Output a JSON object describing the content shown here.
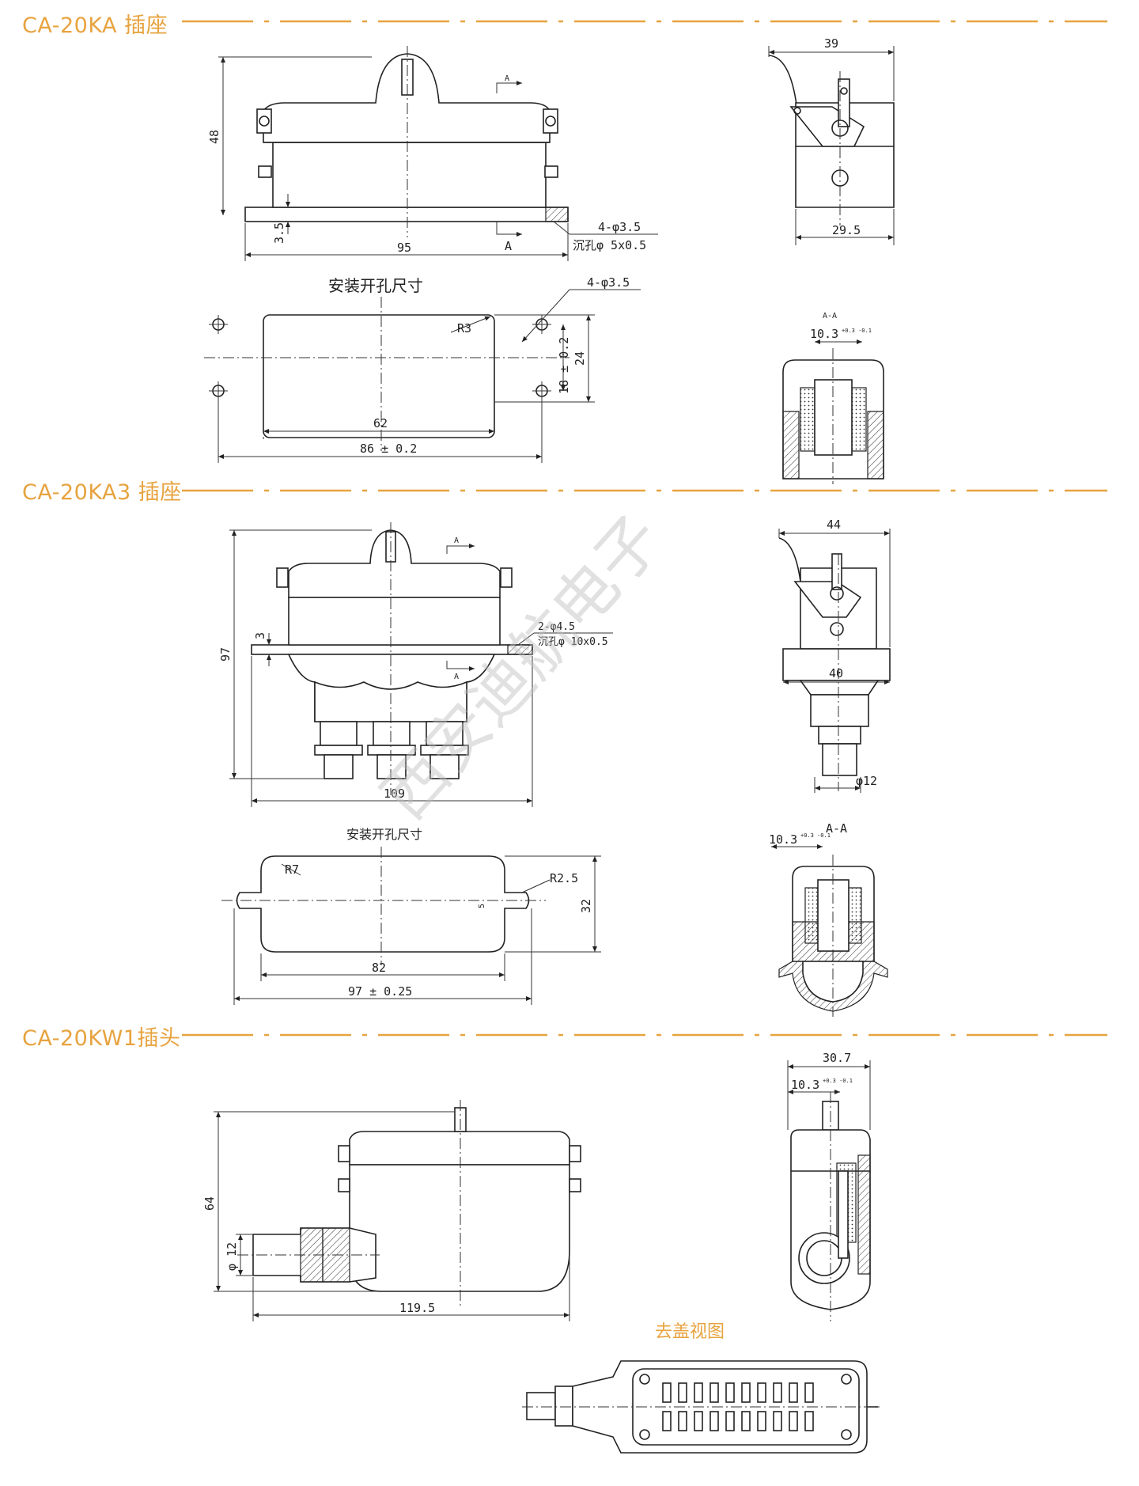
{
  "sections": {
    "s1": "CA-20KA 插座",
    "s2": "CA-20KA3 插座",
    "s3": "CA-20KW1插头"
  },
  "colors": {
    "accent": "#e7a33f",
    "line": "#222222"
  },
  "labels": {
    "cutout_title": "安装开孔尺寸",
    "cover_removed": "去盖视图",
    "watermark": "西安迪航电子",
    "a": "A",
    "aa": "A-A"
  },
  "d1": {
    "h48": "48",
    "h3_5": "3.5",
    "w95": "95",
    "hole": "4-φ3.5",
    "cbore": "沉孔φ 5x0.5",
    "w39": "39",
    "w29_5": "29.5",
    "hole2": "4-φ3.5",
    "r3": "R3",
    "w62": "62",
    "w86": "86 ± 0.2",
    "h18": "18 ± 0.2",
    "h24": "24",
    "w10_3": "10.3",
    "tol": "+0.3 -0.1"
  },
  "d2": {
    "h97": "97",
    "h3": "3",
    "w109": "109",
    "hole": "2-φ4.5",
    "cbore": "沉孔φ 10x0.5",
    "w44": "44",
    "w40": "40",
    "phi12": "φ12",
    "r7": "R7",
    "r2_5": "R2.5",
    "h5": "5",
    "h32": "32",
    "w82": "82",
    "w97": "97 ± 0.25",
    "w10_3": "10.3",
    "tol": "+0.3 -0.1"
  },
  "d3": {
    "h64": "64",
    "phi12": "φ 12",
    "w119_5": "119.5",
    "w30_7": "30.7",
    "w10_3": "10.3",
    "tol": "+0.3 -0.1"
  }
}
